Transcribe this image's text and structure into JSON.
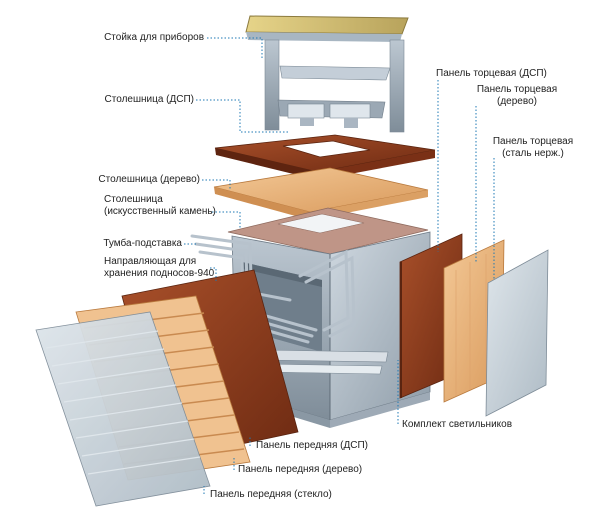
{
  "labels": {
    "instrument_stand": "Стойка для приборов",
    "top_chipboard": "Столешница (ДСП)",
    "top_wood": "Столешница (дерево)",
    "top_stone_1": "Столешница",
    "top_stone_2": "(искусственный камень)",
    "base_cabinet": "Тумба-подставка",
    "tray_rail_1": "Направляющая для",
    "tray_rail_2": "хранения подносов-940",
    "end_panel_chipboard": "Панель торцевая (ДСП)",
    "end_panel_wood_1": "Панель торцевая",
    "end_panel_wood_2": "(дерево)",
    "end_panel_steel_1": "Панель торцевая",
    "end_panel_steel_2": "(сталь нерж.)",
    "light_kit": "Комплект светильников",
    "front_panel_chipboard": "Панель передняя (ДСП)",
    "front_panel_wood": "Панель передняя (дерево)",
    "front_panel_glass": "Панель передняя (стекло)"
  },
  "colors": {
    "leader": "#1e78b4",
    "steel": "#aab8c4",
    "chipboard": "#8a3a1c",
    "wood": "#e8b27a",
    "stone": "#b98f82",
    "glass": "#c9d3da",
    "lamp": "#d8c47a"
  }
}
